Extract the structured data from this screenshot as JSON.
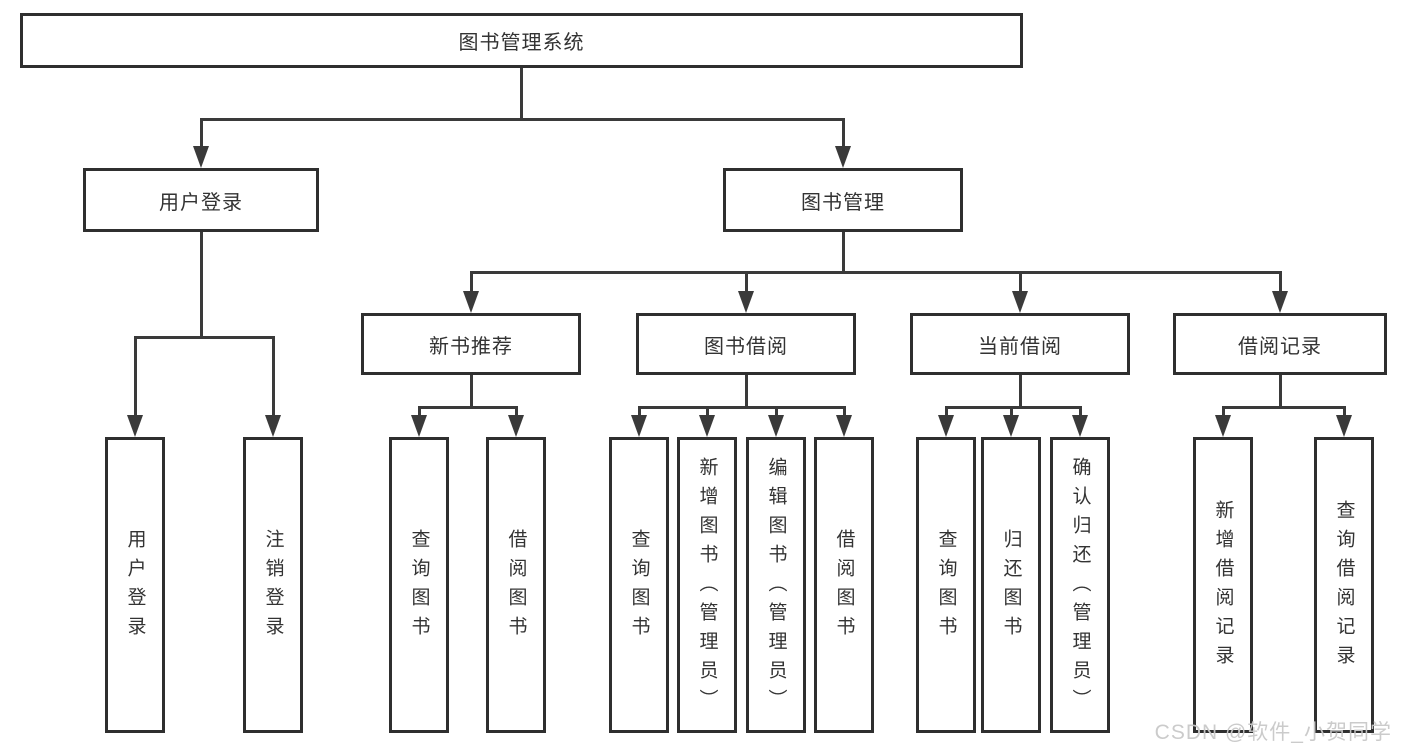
{
  "root": {
    "label": "图书管理系统"
  },
  "branches": {
    "user": {
      "label": "用户登录",
      "children": [
        {
          "label": "用户登录"
        },
        {
          "label": "注销登录"
        }
      ]
    },
    "books": {
      "label": "图书管理",
      "sections": [
        {
          "label": "新书推荐",
          "children": [
            {
              "label": "查询图书"
            },
            {
              "label": "借阅图书"
            }
          ]
        },
        {
          "label": "图书借阅",
          "children": [
            {
              "label": "查询图书"
            },
            {
              "label": "新增图书（管理员）"
            },
            {
              "label": "编辑图书（管理员）"
            },
            {
              "label": "借阅图书"
            }
          ]
        },
        {
          "label": "当前借阅",
          "children": [
            {
              "label": "查询图书"
            },
            {
              "label": "归还图书"
            },
            {
              "label": "确认归还（管理员）"
            }
          ]
        },
        {
          "label": "借阅记录",
          "children": [
            {
              "label": "新增借阅记录"
            },
            {
              "label": "查询借阅记录"
            }
          ]
        }
      ]
    }
  },
  "watermark": {
    "text": "CSDN @软件_小贺同学",
    "color": "#c9c9c9"
  },
  "colors": {
    "line": "#3a3a3a",
    "box_border": "#2f2f2f",
    "box_fill": "#ffffff",
    "text": "#333333",
    "background": "#ffffff"
  }
}
